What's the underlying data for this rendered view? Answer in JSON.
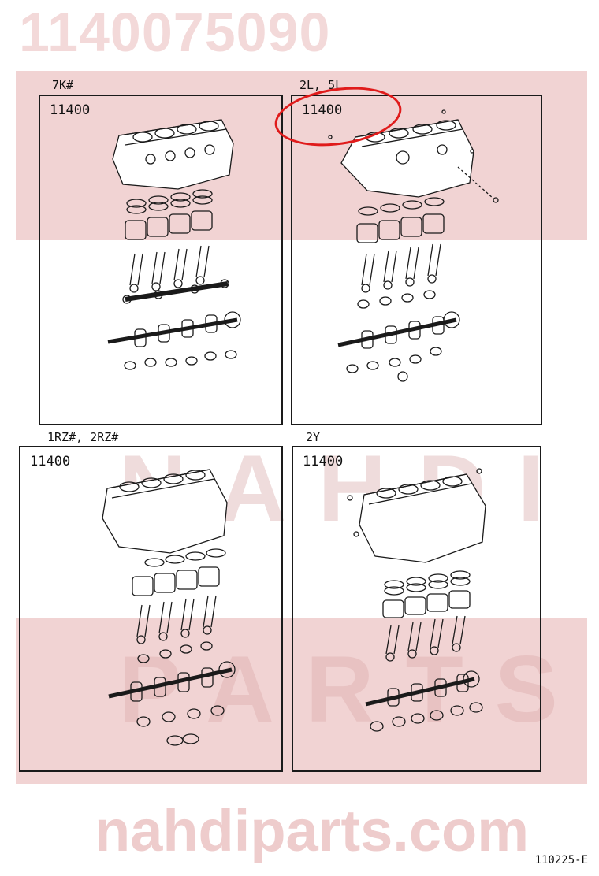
{
  "watermark": {
    "part_number": "1140075090",
    "brand_letters": "NAHDI",
    "brand_letters2": "PARTS",
    "url": "nahdiparts.com"
  },
  "panels": [
    {
      "label": "7K#",
      "part_no": "11400"
    },
    {
      "label": "2L, 5L",
      "part_no": "11400"
    },
    {
      "label": "1RZ#, 2RZ#",
      "part_no": "11400"
    },
    {
      "label": "2Y",
      "part_no": "11400"
    }
  ],
  "footer": {
    "code": "110225-E"
  },
  "colors": {
    "callout": "#e01b1b",
    "watermark": "#f1d3d3",
    "line": "#1a1a1a"
  }
}
